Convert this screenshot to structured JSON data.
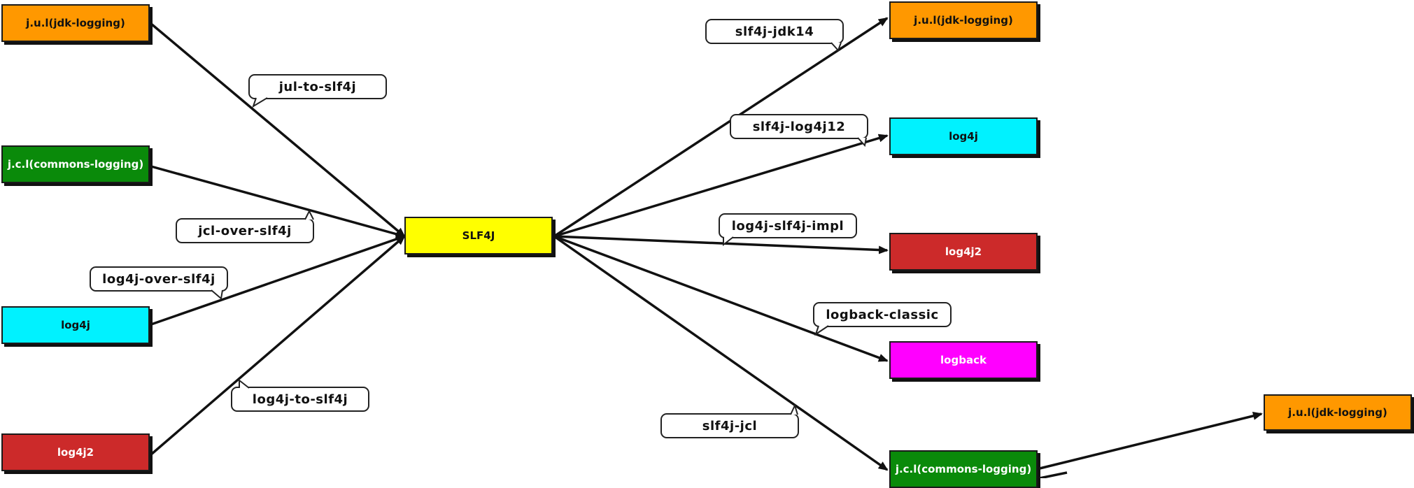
{
  "colors": {
    "orange": "#ff9800",
    "green": "#0a8a0a",
    "cyan": "#00f2ff",
    "red": "#cc2a2a",
    "yellow": "#ffff00",
    "magenta": "#ff00ff"
  },
  "center": {
    "label": "SLF4J",
    "color": "#ffff00",
    "text_color": "#111111"
  },
  "left_nodes": [
    {
      "label": "j.u.l(jdk-logging)",
      "color": "#ff9800",
      "text_color": "#111111"
    },
    {
      "label": "j.c.l(commons-logging)",
      "color": "#0a8a0a",
      "text_color": "#ffffff"
    },
    {
      "label": "log4j",
      "color": "#00f2ff",
      "text_color": "#111111"
    },
    {
      "label": "log4j2",
      "color": "#cc2a2a",
      "text_color": "#ffffff"
    }
  ],
  "left_bridges": [
    "jul-to-slf4j",
    "jcl-over-slf4j",
    "log4j-over-slf4j",
    "log4j-to-slf4j"
  ],
  "right_nodes": [
    {
      "label": "j.u.l(jdk-logging)",
      "color": "#ff9800",
      "text_color": "#111111"
    },
    {
      "label": "log4j",
      "color": "#00f2ff",
      "text_color": "#111111"
    },
    {
      "label": "log4j2",
      "color": "#cc2a2a",
      "text_color": "#ffffff"
    },
    {
      "label": "logback",
      "color": "#ff00ff",
      "text_color": "#ffffff"
    },
    {
      "label": "j.c.l(commons-logging)",
      "color": "#0a8a0a",
      "text_color": "#ffffff"
    }
  ],
  "right_bindings": [
    "slf4j-jdk14",
    "slf4j-log4j12",
    "log4j-slf4j-impl",
    "logback-classic",
    "slf4j-jcl"
  ],
  "far_right_node": {
    "label": "j.u.l(jdk-logging)",
    "color": "#ff9800",
    "text_color": "#111111"
  }
}
